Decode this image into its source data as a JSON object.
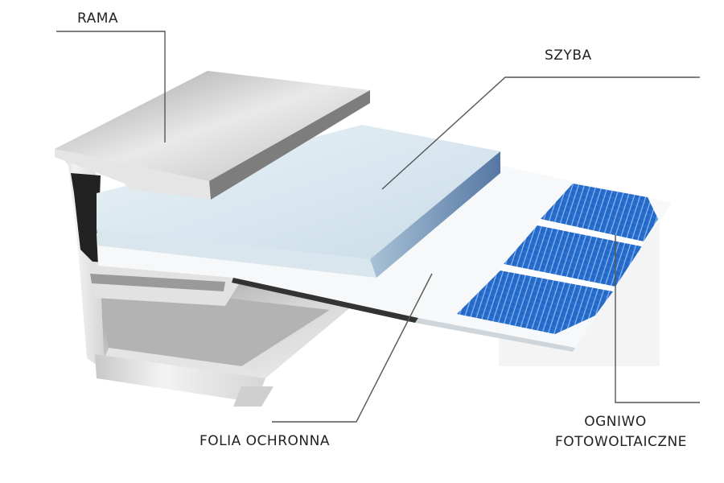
{
  "labels": {
    "rama": "RAMA",
    "szyba": "SZYBA",
    "folia": "FOLIA OCHRONNA",
    "ogniwo_line1": "OGNIWO",
    "ogniwo_line2": "FOTOWOLTAICZNE"
  },
  "colors": {
    "cell_blue": "#1a63c4",
    "frame_grey": "#a9a9a9",
    "glass_blue": "#cfe0ea",
    "leader": "#555555"
  }
}
